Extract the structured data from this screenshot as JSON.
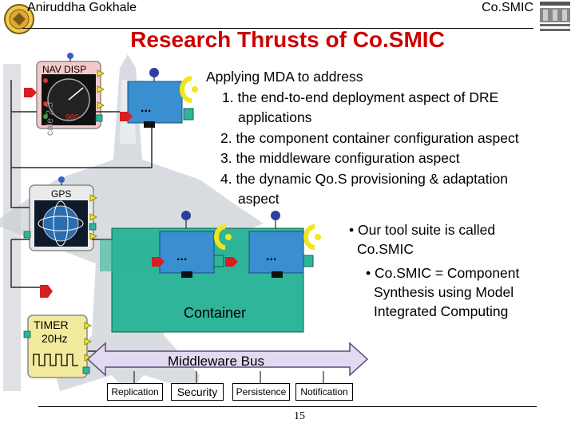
{
  "header": {
    "author": "Aniruddha Gokhale",
    "project": "Co.SMIC"
  },
  "title": "Research Thrusts of Co.SMIC",
  "thrusts": {
    "intro": "Applying MDA to address",
    "items": [
      [
        "1. the end-to-end deployment aspect of DRE",
        "applications"
      ],
      [
        "2. the component container configuration aspect"
      ],
      [
        "3. the middleware configuration aspect"
      ],
      [
        "4. the dynamic Qo.S provisioning & adaptation",
        "aspect"
      ]
    ]
  },
  "bullets": {
    "b1": [
      "• Our tool suite is called",
      "Co.SMIC"
    ],
    "b2": [
      "• Co.SMIC = Component",
      "Synthesis using Model",
      "Integrated Computing"
    ]
  },
  "diagram": {
    "nav_label": "NAV DISP",
    "nav_readout": "980",
    "gps_label": "GPS",
    "timer_line1": "TIMER",
    "timer_line2": "20Hz",
    "scale_text": "cale 2.5",
    "ellipsis": "...",
    "container_label": "Container",
    "bus_label": "Middleware Bus",
    "services": [
      "Replication",
      "Security",
      "Persistence",
      "Notification"
    ],
    "colors": {
      "bus": "#e3d9f0",
      "container": "#2fb59a",
      "component": "#3a8fd0",
      "port_red": "#d81e1e",
      "port_yellow": "#f2e51c",
      "title": "#cc0000"
    }
  },
  "page_number": "15"
}
